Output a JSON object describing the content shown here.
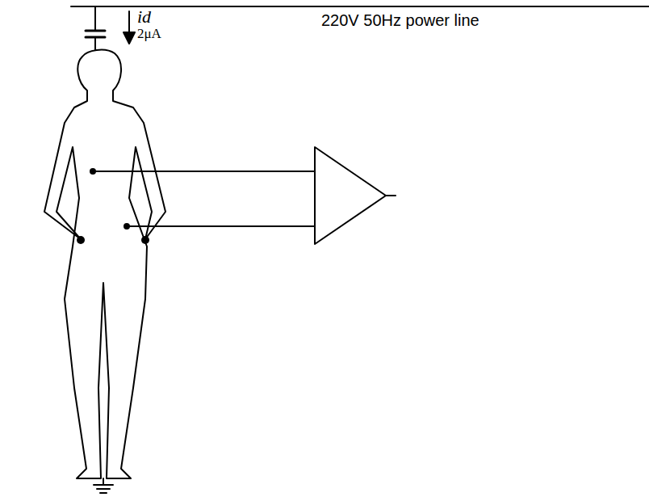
{
  "diagram": {
    "labels": [
      "220V 50Hz power line",
      "id",
      "2μA"
    ]
  }
}
